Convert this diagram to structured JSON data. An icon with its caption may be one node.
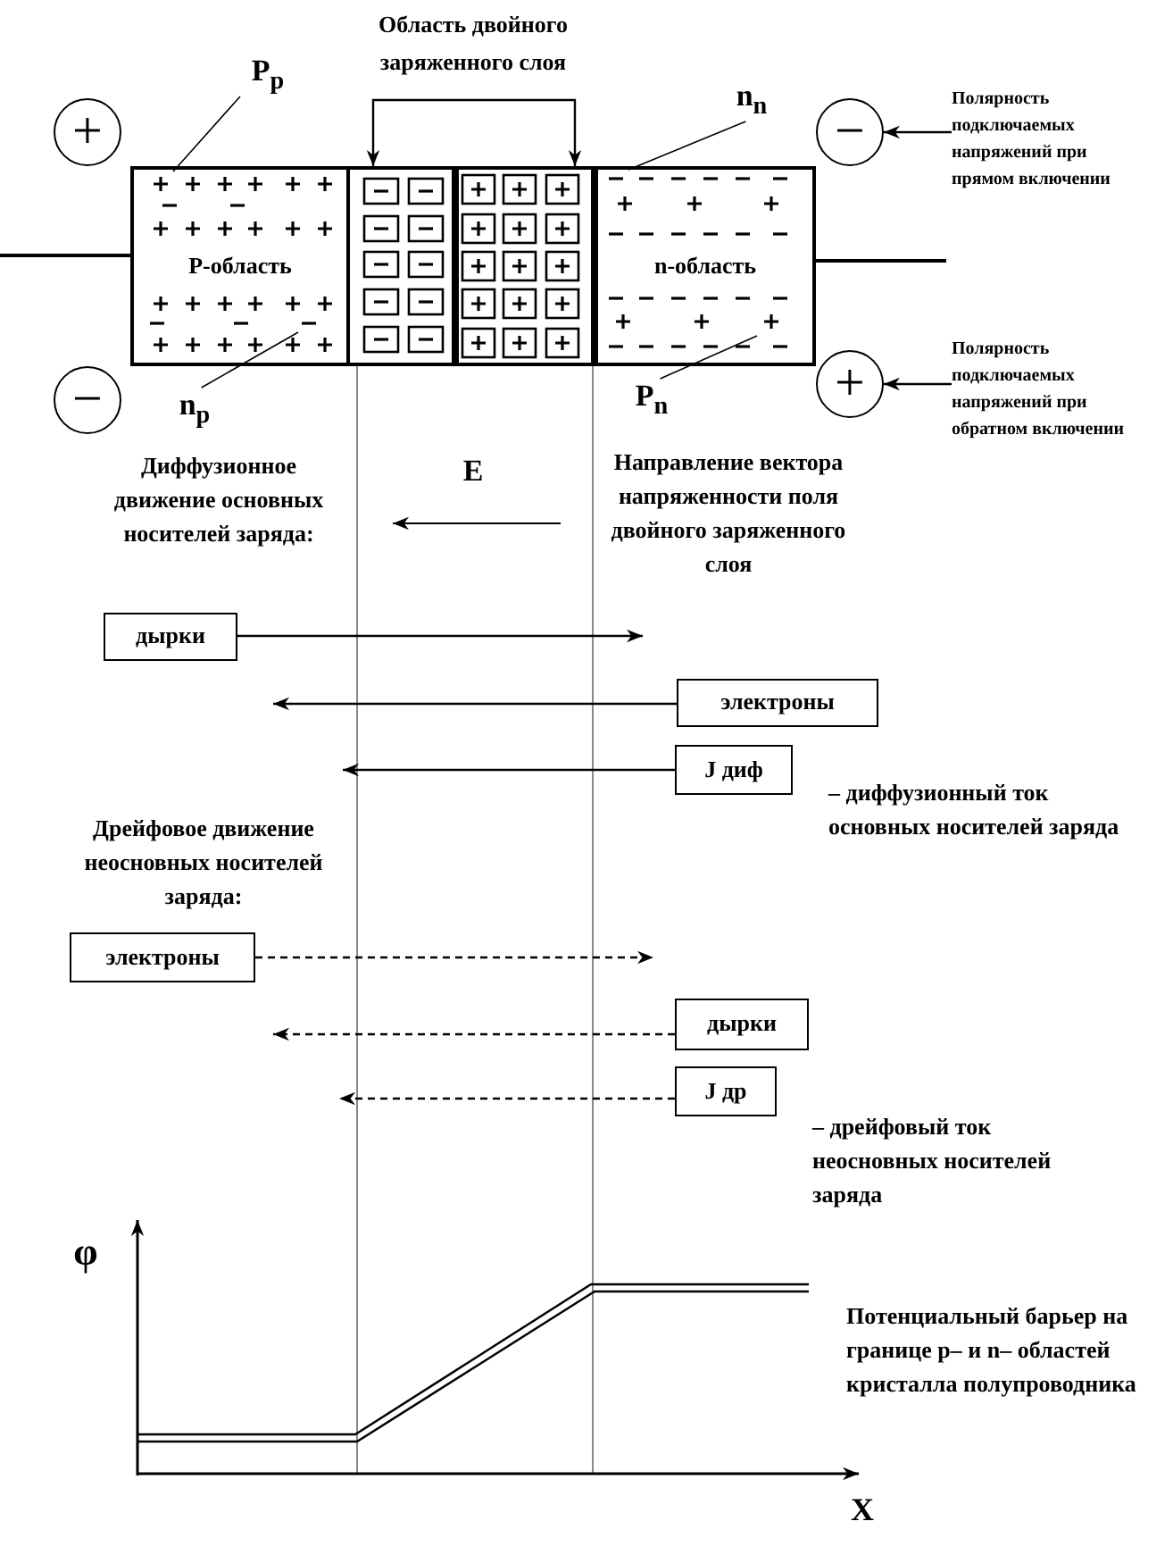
{
  "diagram": {
    "nodes": [
      {
        "text": [
          "Р-область"
        ]
      },
      {
        "text": [],
        "shape": "box"
      },
      {
        "text": [],
        "shape": "box"
      },
      {
        "text": [
          "n-область"
        ]
      },
      {
        "text": [
          "Область двойного заряженного слоя"
        ]
      },
      {
        "text": [
          "P$_{p}$"
        ]
      },
      {
        "text": [
          "n$_{n}$"
        ]
      },
      {
        "text": [
          "n$_{p}$"
        ]
      },
      {
        "text": [
          "P$_{n}$"
        ]
      },
      {
        "text": [
          "+"
        ]
      },
      {
        "text": [
          "−"
        ]
      },
      {
        "text": [
          "−"
        ]
      },
      {
        "text": [
          "+"
        ]
      },
      {
        "text": [
          "Полярность подключаемых напряжений при прямом включении"
        ]
      },
      {
        "text": [
          "Полярность подключаемых напряжений при обратном включении"
        ]
      },
      {
        "text": [
          "дырки"
        ]
      },
      {
        "text": [
          "электроны"
        ]
      },
      {
        "text": [
          "J диф"
        ]
      },
      {
        "text": [
          "электроны"
        ]
      },
      {
        "text": [
          "дырки"
        ]
      },
      {
        "text": [
          "J др"
        ]
      }
    ],
    "edges": [
      {
        "from": 4,
        "to": 1,
        "arrow": "to"
      },
      {
        "from": 4,
        "to": 2,
        "arrow": "to"
      },
      {
        "from": 5,
        "to": 0,
        "arrow": "none"
      },
      {
        "from": 6,
        "to": 3,
        "arrow": "none"
      },
      {
        "from": 7,
        "to": 0,
        "arrow": "none"
      },
      {
        "from": 8,
        "to": 3,
        "arrow": "none"
      },
      {
        "from": 13,
        "to": 11,
        "arrow": "to"
      },
      {
        "from": 14,
        "to": 12,
        "arrow": "to"
      },
      {
        "from": 15,
        "to": null,
        "arrow": "to"
      },
      {
        "from": 16,
        "to": null,
        "arrow": "to"
      },
      {
        "from": 17,
        "to": null,
        "arrow": "to"
      },
      {
        "from": 18,
        "to": null,
        "arrow": "to",
        "style": "dashed"
      },
      {
        "from": 19,
        "to": null,
        "arrow": "to",
        "style": "dashed"
      },
      {
        "from": 20,
        "to": null,
        "arrow": "to",
        "style": "dashed"
      }
    ],
    "labels": [
      "Диффузионное движение основных носителей заряда:",
      "E",
      "Направление вектора напряженности поля двойного заряженного слоя",
      "– диффузионный ток основных носителей заряда",
      "Дрейфовое движение неосновных носителей заряда:",
      "– дрейфовый ток неосновных носителей заряда",
      "φ",
      "X",
      "Потенциальный барьер на границе p– и n– областей кристалла полупроводника"
    ]
  }
}
